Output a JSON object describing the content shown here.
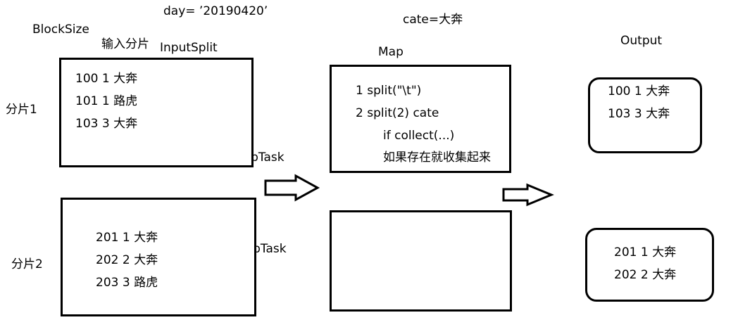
{
  "labels": {
    "day": "day=   ’20190420’",
    "cate": "cate=大奔",
    "block_size": "BlockSize",
    "input_split_cn": "输入分片",
    "input_split": "InputSplit",
    "map": "Map",
    "output": "Output",
    "split1": "分片1",
    "split2": "分片2",
    "maptask1": "MapTask",
    "maptask2": "MapTask"
  },
  "split1_rows": [
    "100 1 大奔",
    "101 1 路虎",
    "103 3 大奔"
  ],
  "split2_rows": [
    "201 1 大奔",
    "202 2 大奔",
    "203 3 路虎"
  ],
  "map_steps": [
    "1 split(\"\\t\")",
    "2 split(2)  cate",
    "if collect(...)",
    "如果存在就收集起来"
  ],
  "output1_rows": [
    "100 1 大奔",
    "103 3 大奔"
  ],
  "output2_rows": [
    "201 1 大奔",
    "202 2 大奔"
  ]
}
